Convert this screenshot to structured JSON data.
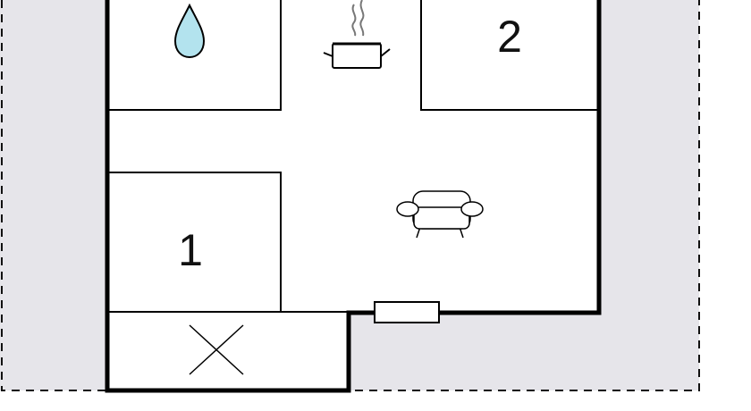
{
  "floorplan": {
    "colors": {
      "plot": "#e6e5ea",
      "interior": "#ffffff",
      "wall": "#000000",
      "water": "#b3e3ee"
    },
    "rooms": [
      {
        "id": "bedroom-1",
        "label": "1"
      },
      {
        "id": "bedroom-2",
        "label": "2"
      },
      {
        "id": "bathroom",
        "icon": "water-drop-icon"
      },
      {
        "id": "kitchen",
        "icon": "cooking-pot-icon"
      },
      {
        "id": "living-room",
        "icon": "sofa-icon"
      },
      {
        "id": "storage",
        "icon": "cross-icon"
      },
      {
        "id": "entrance",
        "icon": "door-icon"
      }
    ]
  }
}
